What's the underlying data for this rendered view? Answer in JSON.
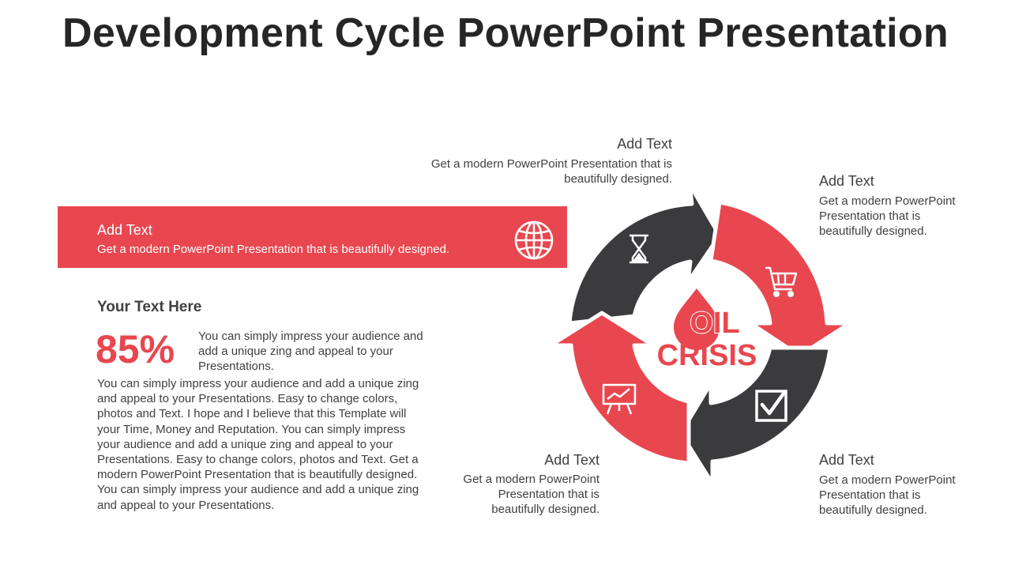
{
  "title": "Development Cycle PowerPoint Presentation",
  "band": {
    "heading": "Add Text",
    "body": "Get a modern PowerPoint  Presentation that is beautifully designed.",
    "icon": "globe-icon"
  },
  "left_panel": {
    "heading": "Your Text Here",
    "percent": "85%",
    "short_text": "You can simply impress your audience and add a unique zing and appeal to your Presentations.",
    "long_text": "You can simply impress your audience and add a unique zing and appeal to your Presentations. Easy to change colors, photos and Text. I hope and I believe that this Template will your Time, Money and Reputation. You can simply impress your audience and add a unique zing and appeal to your Presentations. Easy to change colors, photos and Text. Get a modern PowerPoint  Presentation that is beautifully designed. You can simply impress your audience and add a unique zing and appeal to your Presentations."
  },
  "labels": {
    "top": {
      "heading": "Add Text",
      "body": "Get a modern PowerPoint  Presentation that is beautifully designed."
    },
    "top_right": {
      "heading": "Add Text",
      "body": "Get a modern PowerPoint Presentation that is beautifully designed."
    },
    "bottom_left": {
      "heading": "Add Text",
      "body": "Get a modern PowerPoint Presentation that is beautifully designed."
    },
    "bottom_right": {
      "heading": "Add Text",
      "body": "Get a modern PowerPoint Presentation that is beautifully designed."
    }
  },
  "center": {
    "line1": "OIL",
    "line2": "CRISIS",
    "icon": "drop-icon"
  },
  "cycle_icons": [
    "hourglass-icon",
    "shopping-cart-icon",
    "checkbox-icon",
    "presentation-board-icon"
  ],
  "colors": {
    "red": "#e8474f",
    "dark": "#3b3b3d",
    "text": "#404040",
    "title": "#262626"
  }
}
